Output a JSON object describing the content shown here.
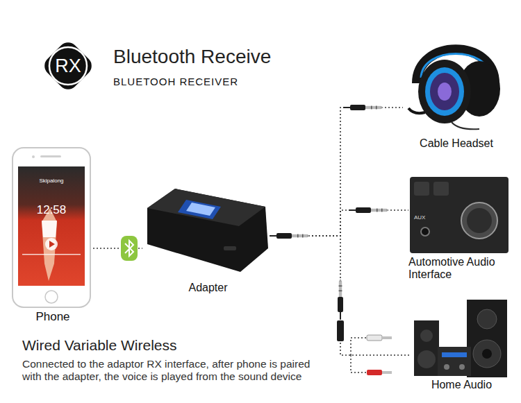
{
  "diagram": {
    "title": "Bluetooth Receive",
    "nodes": [
      {
        "text": [
          "RX"
        ]
      },
      {
        "text": [
          "Phone"
        ]
      },
      {
        "text": [
          "Adapter"
        ]
      },
      {
        "text": [
          "Cable Headset"
        ]
      },
      {
        "text": [
          "Automotive Audio Interface"
        ]
      },
      {
        "text": [
          "Home Audio"
        ]
      }
    ],
    "edges": [
      {
        "from": 1,
        "to": 2,
        "arrow": "none"
      },
      {
        "from": 2,
        "to": 3,
        "arrow": "none"
      },
      {
        "from": 2,
        "to": 4,
        "arrow": "none"
      },
      {
        "from": 2,
        "to": 5,
        "arrow": "none"
      }
    ],
    "labels": [
      "BLUETOOH RECEIVER",
      "Skipalong",
      "12:58",
      "AUX",
      "Wired Variable Wireless",
      "Connected to the adaptor RX interface, after phone is paired with the adapter, the voice is played from the sound device"
    ]
  }
}
